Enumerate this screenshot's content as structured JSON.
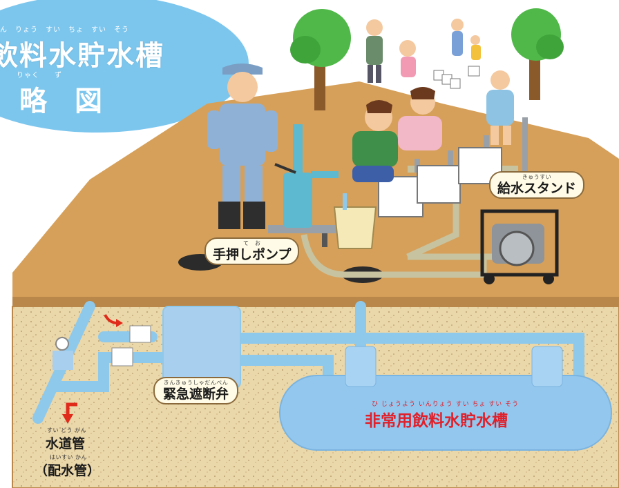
{
  "title": {
    "ruby": "ん　りょう　すい　ちょ　すい　そう",
    "main": "飲料水貯水槽",
    "sub_ruby": "りゃく　　ず",
    "sub": "略　図"
  },
  "labels": {
    "hand_pump": {
      "ruby": "て　お",
      "text": "手押しポンプ"
    },
    "water_stand": {
      "ruby": "きゅうすい",
      "text": "給水スタンド"
    },
    "emergency_valve": {
      "ruby": "きんきゅうしゃだんべん",
      "text": "緊急遮断弁"
    },
    "tank": {
      "ruby": "ひ じょうよう いんりょう すい ちょ すい そう",
      "text": "非常用飲料水貯水槽"
    },
    "water_main": {
      "ruby": "すい どう かん",
      "text": "水道管",
      "ruby2": "はいすい かん",
      "text2": "（配水管）"
    }
  },
  "colors": {
    "title_bg": "#7cc6ee",
    "ground_top": "#d9a25a",
    "ground_section": "#e7d3a4",
    "pipe": "#8ec9ec",
    "tank": "#94c7ee",
    "tank_label": "#e0202a",
    "arrow": "#e02a1a"
  }
}
